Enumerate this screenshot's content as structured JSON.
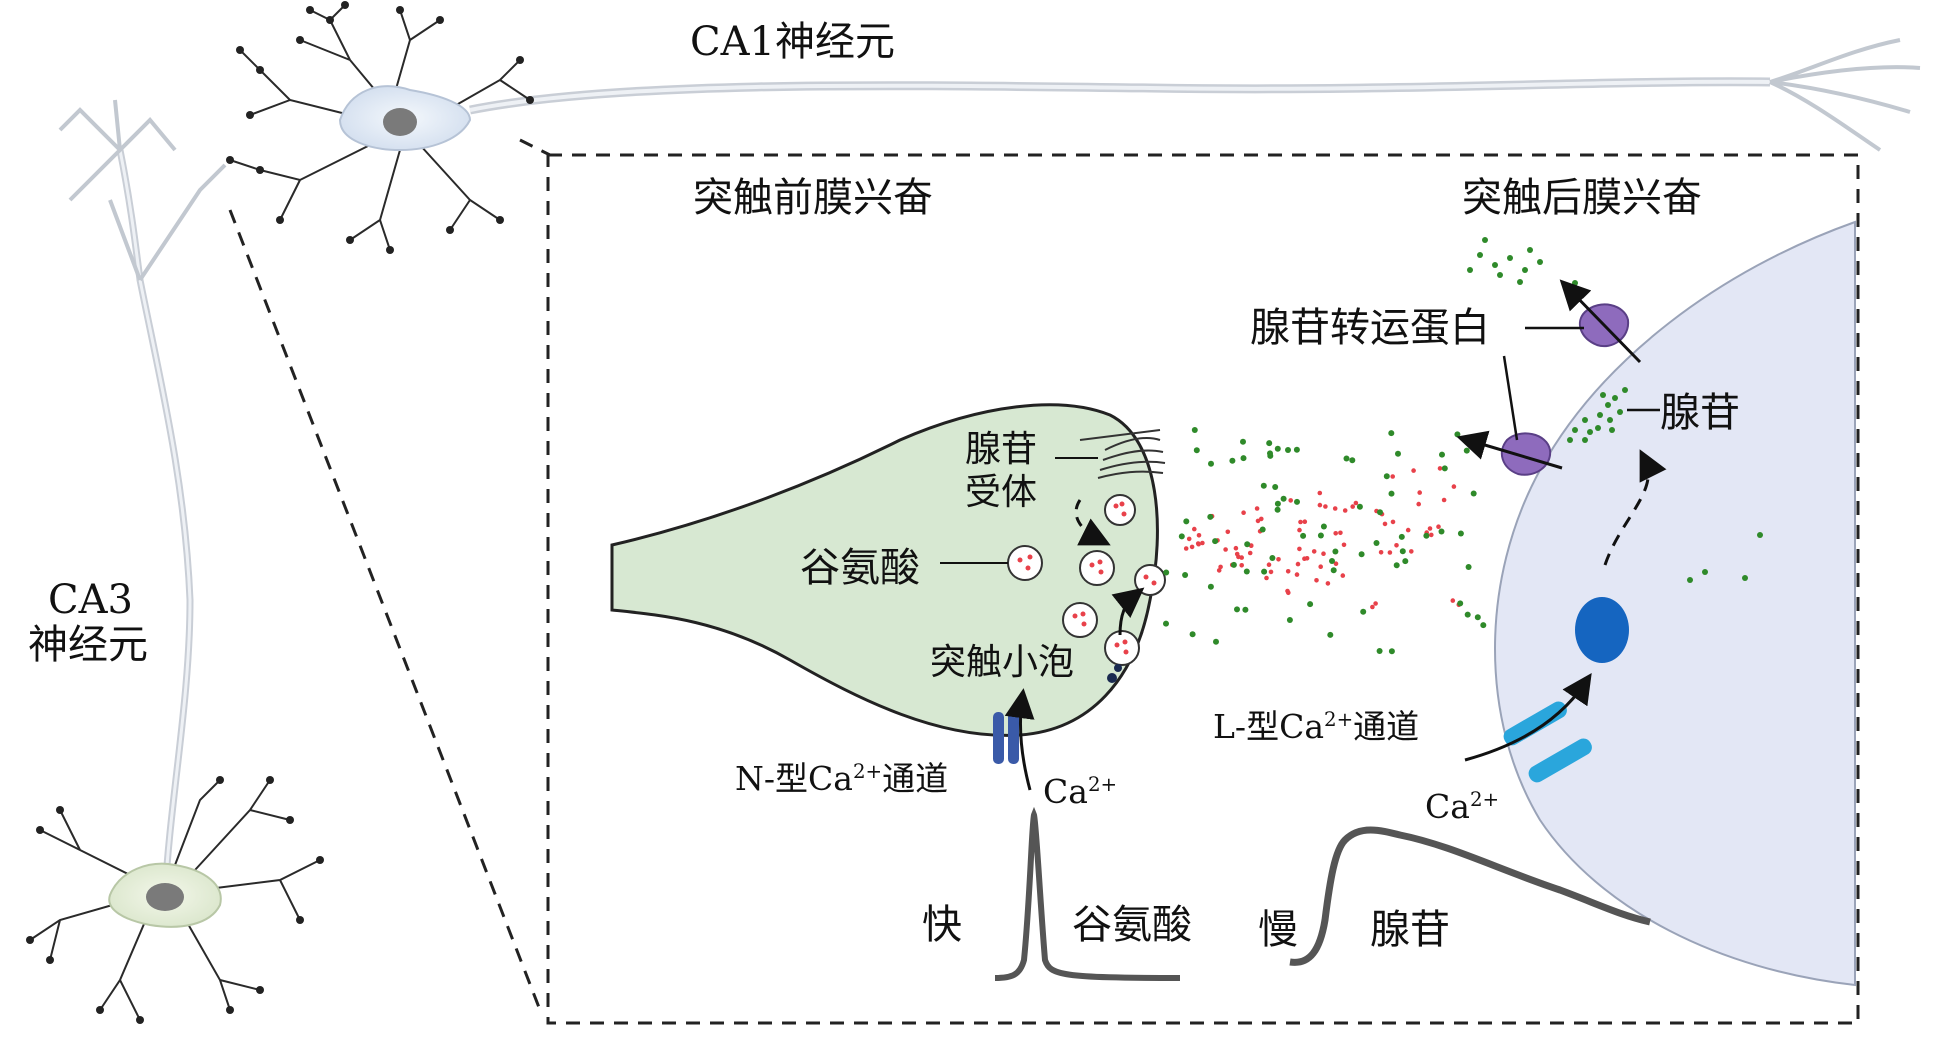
{
  "labels": {
    "ca1_neuron": "CA1神经元",
    "ca3_line1": "CA3",
    "ca3_line2": "神经元",
    "presynaptic": "突触前膜兴奋",
    "postsynaptic": "突触后膜兴奋",
    "adenosine_transporter": "腺苷转运蛋白",
    "adenosine": "腺苷",
    "adenosine_receptor_line1": "腺苷",
    "adenosine_receptor_line2": "受体",
    "glutamate": "谷氨酸",
    "synaptic_vesicle": "突触小泡",
    "n_type_channel_prefix": "N-型Ca",
    "n_type_channel_sup": "2+",
    "n_type_channel_suffix": "通道",
    "l_type_channel_prefix": "L-型Ca",
    "l_type_channel_sup": "2+",
    "l_type_channel_suffix": "通道",
    "ca_ion_left": "Ca",
    "ca_ion_left_sup": "2+",
    "ca_ion_right": "Ca",
    "ca_ion_right_sup": "2+",
    "fast": "快",
    "glutamate_trace": "谷氨酸",
    "slow": "慢",
    "adenosine_trace": "腺苷"
  },
  "colors": {
    "presynaptic_fill": "#d7e8d2",
    "postsynaptic_fill": "#e3e7f5",
    "neuron_soma": "#e6eef7",
    "glutamate_dots": "#e8414a",
    "adenosine_dots": "#2f8a2a",
    "transporter": "#8e6bbd",
    "n_channel": "#3a5aa8",
    "l_channel": "#2aa6dc",
    "nucleus": "#1565c0"
  },
  "icons": {
    "presynaptic_terminal": "synapse-bouton",
    "postsynaptic_cell": "cell-body",
    "transporter": "membrane-protein",
    "receptor": "receptor-coil"
  }
}
